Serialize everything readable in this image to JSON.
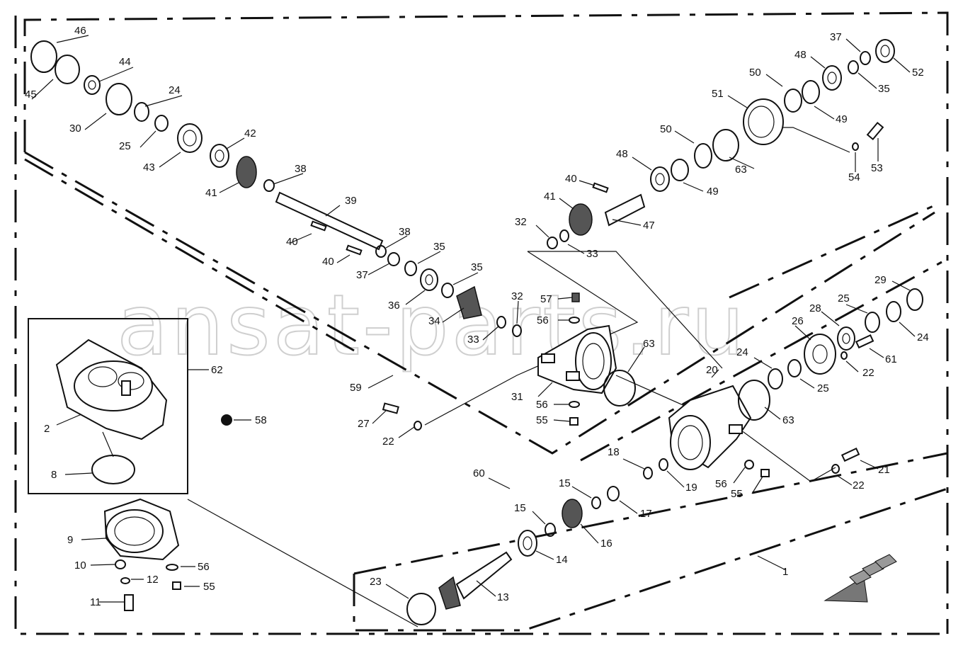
{
  "watermark": "ansat-parts.ru",
  "callouts": [
    {
      "id": "c46",
      "num": "46"
    },
    {
      "id": "c45",
      "num": "45"
    },
    {
      "id": "c44",
      "num": "44"
    },
    {
      "id": "c30",
      "num": "30"
    },
    {
      "id": "c24a",
      "num": "24"
    },
    {
      "id": "c25a",
      "num": "25"
    },
    {
      "id": "c43",
      "num": "43"
    },
    {
      "id": "c42",
      "num": "42"
    },
    {
      "id": "c41a",
      "num": "41"
    },
    {
      "id": "c38a",
      "num": "38"
    },
    {
      "id": "c39",
      "num": "39"
    },
    {
      "id": "c40a",
      "num": "40"
    },
    {
      "id": "c40b",
      "num": "40"
    },
    {
      "id": "c38b",
      "num": "38"
    },
    {
      "id": "c37a",
      "num": "37"
    },
    {
      "id": "c35a",
      "num": "35"
    },
    {
      "id": "c35b",
      "num": "35"
    },
    {
      "id": "c36",
      "num": "36"
    },
    {
      "id": "c34",
      "num": "34"
    },
    {
      "id": "c33a",
      "num": "33"
    },
    {
      "id": "c32a",
      "num": "32"
    },
    {
      "id": "c57",
      "num": "57"
    },
    {
      "id": "c56a",
      "num": "56"
    },
    {
      "id": "c63a",
      "num": "63"
    },
    {
      "id": "c31",
      "num": "31"
    },
    {
      "id": "c56b",
      "num": "56"
    },
    {
      "id": "c55a",
      "num": "55"
    },
    {
      "id": "c27",
      "num": "27"
    },
    {
      "id": "c22a",
      "num": "22"
    },
    {
      "id": "c59",
      "num": "59"
    },
    {
      "id": "c62",
      "num": "62"
    },
    {
      "id": "c58",
      "num": "58"
    },
    {
      "id": "c2",
      "num": "2"
    },
    {
      "id": "c8",
      "num": "8"
    },
    {
      "id": "c9",
      "num": "9"
    },
    {
      "id": "c10",
      "num": "10"
    },
    {
      "id": "c12",
      "num": "12"
    },
    {
      "id": "c11",
      "num": "11"
    },
    {
      "id": "c56c",
      "num": "56"
    },
    {
      "id": "c55b",
      "num": "55"
    },
    {
      "id": "c60",
      "num": "60"
    },
    {
      "id": "c23",
      "num": "23"
    },
    {
      "id": "c13",
      "num": "13"
    },
    {
      "id": "c14",
      "num": "14"
    },
    {
      "id": "c15a",
      "num": "15"
    },
    {
      "id": "c15b",
      "num": "15"
    },
    {
      "id": "c16",
      "num": "16"
    },
    {
      "id": "c17",
      "num": "17"
    },
    {
      "id": "c18",
      "num": "18"
    },
    {
      "id": "c19",
      "num": "19"
    },
    {
      "id": "c20",
      "num": "20"
    },
    {
      "id": "c56d",
      "num": "56"
    },
    {
      "id": "c55c",
      "num": "55"
    },
    {
      "id": "c21",
      "num": "21"
    },
    {
      "id": "c22b",
      "num": "22"
    },
    {
      "id": "c1",
      "num": "1"
    },
    {
      "id": "c63b",
      "num": "63"
    },
    {
      "id": "c24b",
      "num": "24"
    },
    {
      "id": "c25b",
      "num": "25"
    },
    {
      "id": "c26",
      "num": "26"
    },
    {
      "id": "c28",
      "num": "28"
    },
    {
      "id": "c25c",
      "num": "25"
    },
    {
      "id": "c29",
      "num": "29"
    },
    {
      "id": "c24c",
      "num": "24"
    },
    {
      "id": "c61",
      "num": "61"
    },
    {
      "id": "c22c",
      "num": "22"
    },
    {
      "id": "c37b",
      "num": "37"
    },
    {
      "id": "c52",
      "num": "52"
    },
    {
      "id": "c48a",
      "num": "48"
    },
    {
      "id": "c35c",
      "num": "35"
    },
    {
      "id": "c50a",
      "num": "50"
    },
    {
      "id": "c49a",
      "num": "49"
    },
    {
      "id": "c51",
      "num": "51"
    },
    {
      "id": "c54",
      "num": "54"
    },
    {
      "id": "c53",
      "num": "53"
    },
    {
      "id": "c50b",
      "num": "50"
    },
    {
      "id": "c63c",
      "num": "63"
    },
    {
      "id": "c48b",
      "num": "48"
    },
    {
      "id": "c49b",
      "num": "49"
    },
    {
      "id": "c40c",
      "num": "40"
    },
    {
      "id": "c41b",
      "num": "41"
    },
    {
      "id": "c47",
      "num": "47"
    },
    {
      "id": "c32b",
      "num": "32"
    },
    {
      "id": "c33b",
      "num": "33"
    }
  ]
}
